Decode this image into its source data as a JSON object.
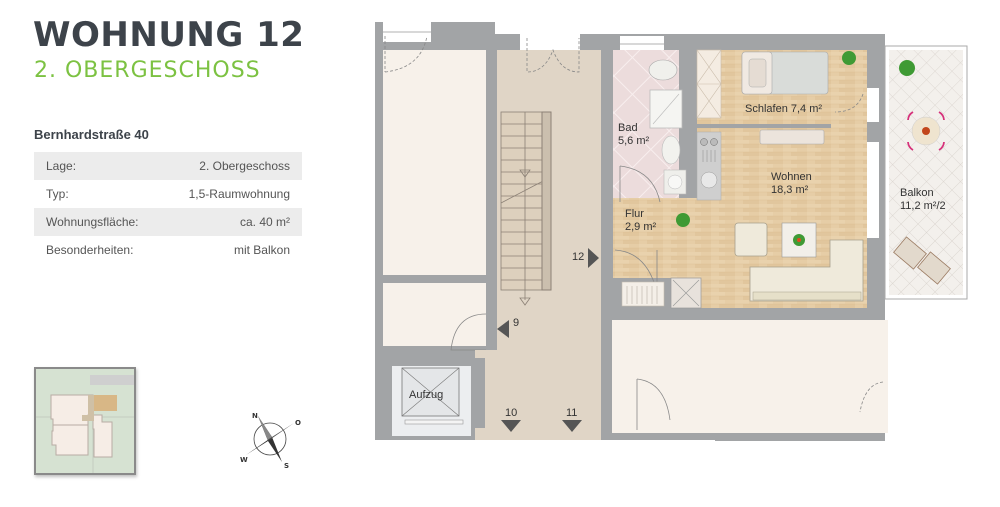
{
  "header": {
    "title": "WOHNUNG 12",
    "subtitle": "2. OBERGESCHOSS",
    "title_color": "#3d434a",
    "subtitle_color": "#7cc242"
  },
  "details": {
    "address": "Bernhardstraße 40",
    "rows": [
      {
        "label": "Lage:",
        "value": "2. Obergeschoss"
      },
      {
        "label": "Typ:",
        "value": "1,5-Raumwohnung"
      },
      {
        "label": "Wohnungsfläche:",
        "value": "ca. 40 m²"
      },
      {
        "label": "Besonderheiten:",
        "value": "mit Balkon"
      }
    ]
  },
  "compass": {
    "n": "N",
    "o": "O",
    "s": "S",
    "w": "W"
  },
  "floorplan": {
    "rooms": [
      {
        "name": "Schlafen",
        "area": "Schlafen 7,4 m²"
      },
      {
        "name": "Bad",
        "area": "5,6 m²"
      },
      {
        "name": "Wohnen",
        "area": "18,3 m²"
      },
      {
        "name": "Flur",
        "area": "2,9 m²"
      },
      {
        "name": "Balkon",
        "area": "11,2  m²/2"
      }
    ],
    "elevator_label": "Aufzug",
    "unit_markers": [
      "12",
      "9",
      "10",
      "11"
    ]
  }
}
